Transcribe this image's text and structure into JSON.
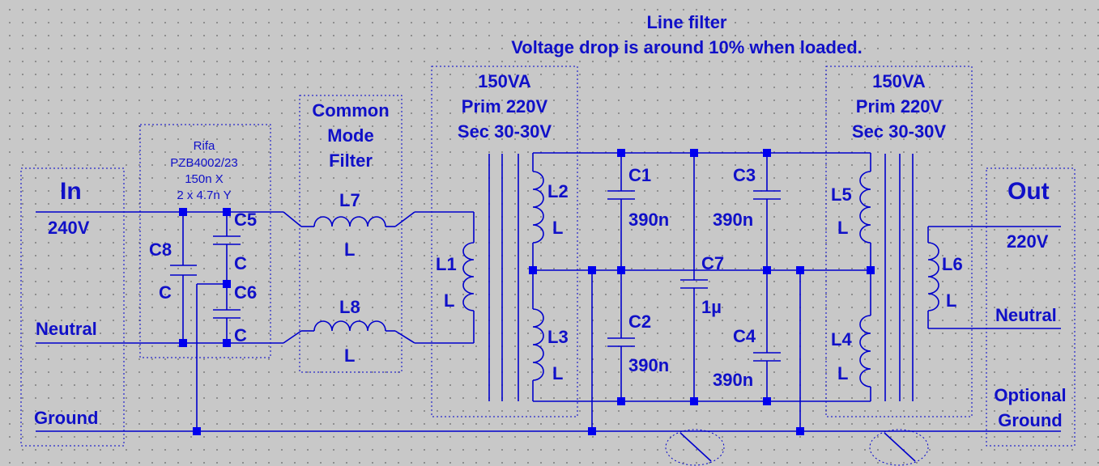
{
  "title": {
    "line1": "Line filter",
    "line2": "Voltage drop is around 10% when loaded."
  },
  "input": {
    "heading": "In",
    "voltage": "240V",
    "neutral": "Neutral",
    "ground": "Ground"
  },
  "output": {
    "heading": "Out",
    "voltage": "220V",
    "neutral": "Neutral",
    "ground_line1": "Optional",
    "ground_line2": "Ground"
  },
  "rifa": {
    "line1": "Rifa",
    "line2": "PZB4002/23",
    "line3": "150n X",
    "line4": "2 x 4.7n Y"
  },
  "cm_filter": {
    "line1": "Common",
    "line2": "Mode",
    "line3": "Filter"
  },
  "transformer_left": {
    "line1": "150VA",
    "line2": "Prim 220V",
    "line3": "Sec 30-30V"
  },
  "transformer_right": {
    "line1": "150VA",
    "line2": "Prim 220V",
    "line3": "Sec 30-30V"
  },
  "components": {
    "C1": {
      "name": "C1",
      "value": "390n"
    },
    "C2": {
      "name": "C2",
      "value": "390n"
    },
    "C3": {
      "name": "C3",
      "value": "390n"
    },
    "C4": {
      "name": "C4",
      "value": "390n"
    },
    "C5": {
      "name": "C5",
      "value": "C"
    },
    "C6": {
      "name": "C6",
      "value": "C"
    },
    "C7": {
      "name": "C7",
      "value": "1µ"
    },
    "C8": {
      "name": "C8",
      "value": "C"
    },
    "L1": {
      "name": "L1",
      "value": "L"
    },
    "L2": {
      "name": "L2",
      "value": "L"
    },
    "L3": {
      "name": "L3",
      "value": "L"
    },
    "L4": {
      "name": "L4",
      "value": "L"
    },
    "L5": {
      "name": "L5",
      "value": "L"
    },
    "L6": {
      "name": "L6",
      "value": "L"
    },
    "L7": {
      "name": "L7",
      "value": "L"
    },
    "L8": {
      "name": "L8",
      "value": "L"
    }
  }
}
